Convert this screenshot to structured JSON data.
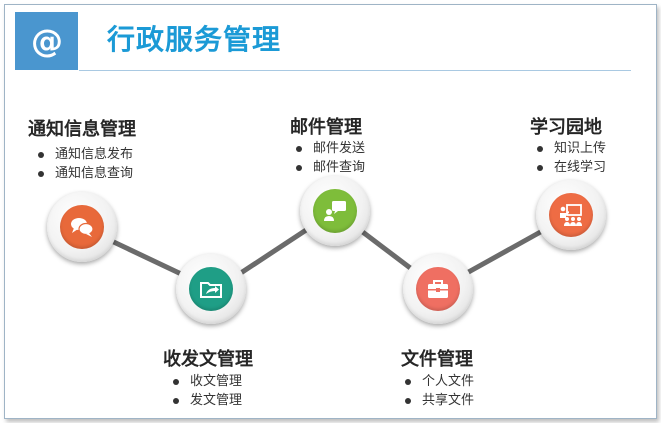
{
  "page": {
    "title": "行政服务管理",
    "logo_symbol": "@",
    "accent_color": "#1b9ad6",
    "logo_bg_color": "#4a96cf"
  },
  "nodes": [
    {
      "id": "notice",
      "title": "通知信息管理",
      "items": [
        "通知信息发布",
        "通知信息查询"
      ],
      "icon": "speech-bubbles-icon",
      "color": "#e8693a"
    },
    {
      "id": "document-flow",
      "title": "收发文管理",
      "items": [
        "收文管理",
        "发文管理"
      ],
      "icon": "folder-share-icon",
      "color": "#1f9e86"
    },
    {
      "id": "mail",
      "title": "邮件管理",
      "items": [
        "邮件发送",
        "邮件查询"
      ],
      "icon": "chat-person-icon",
      "color": "#7ebd3a"
    },
    {
      "id": "files",
      "title": "文件管理",
      "items": [
        "个人文件",
        "共享文件"
      ],
      "icon": "briefcase-icon",
      "color": "#ef6f62"
    },
    {
      "id": "learning",
      "title": "学习园地",
      "items": [
        "知识上传",
        "在线学习"
      ],
      "icon": "presentation-icon",
      "color": "#ee6c44"
    }
  ]
}
